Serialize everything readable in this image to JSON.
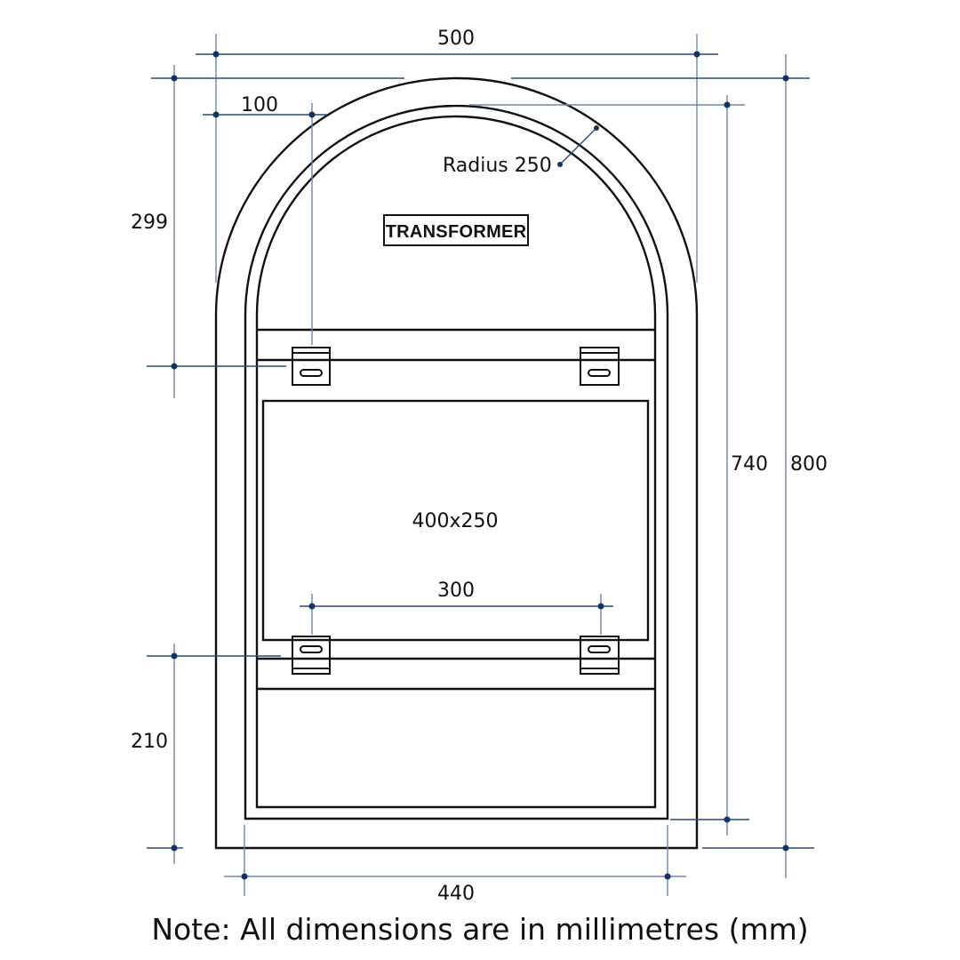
{
  "drawing": {
    "title_badge": "TRANSFORMER",
    "panel_label": "400x250",
    "radius_label": "Radius 250",
    "note": "Note: All dimensions are in millimetres (mm)",
    "colors": {
      "outline": "#111111",
      "dimension_line": "#6f86a8",
      "dimension_dot": "#0e3566"
    }
  },
  "dimensions": {
    "overall_width": "500",
    "inner_width": "440",
    "bracket_offset": "100",
    "bracket_spacing": "300",
    "upper_bracket_height": "299",
    "lower_bracket_height": "210",
    "inner_height": "740",
    "overall_height": "800"
  }
}
